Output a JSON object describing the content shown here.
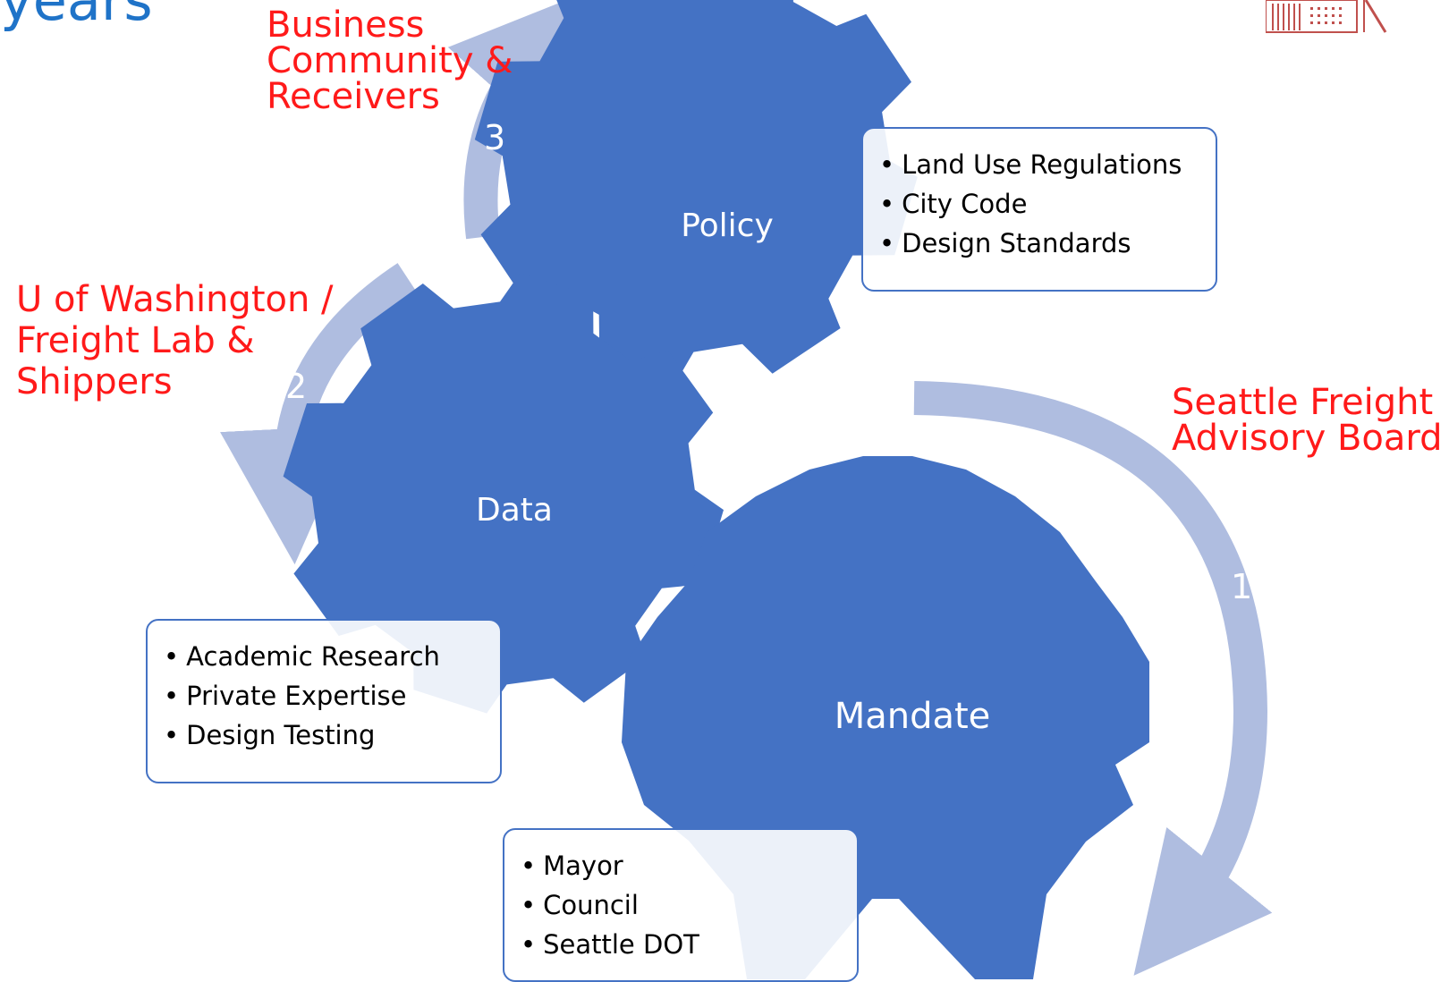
{
  "title_fragment": "years",
  "gears": [
    {
      "id": "policy",
      "label": "Policy"
    },
    {
      "id": "data",
      "label": "Data"
    },
    {
      "id": "mandate",
      "label": "Mandate"
    }
  ],
  "stakeholders": [
    {
      "number": "1",
      "lines": [
        "Seattle Freight",
        "Advisory Board"
      ]
    },
    {
      "number": "2",
      "lines": [
        "U of Washington /",
        "Freight Lab &",
        "Shippers"
      ]
    },
    {
      "number": "3",
      "lines": [
        "Business",
        "Community &",
        "Receivers"
      ]
    }
  ],
  "boxes": {
    "policy": [
      "Land Use Regulations",
      "City Code",
      "Design Standards"
    ],
    "data": [
      "Academic Research",
      "Private Expertise",
      "Design Testing"
    ],
    "mandate": [
      "Mayor",
      "Council",
      "Seattle DOT"
    ]
  },
  "colors": {
    "gear": "#4472c4",
    "arrow": "#afbde0",
    "stakeholder_text": "#ff1a1a",
    "title": "#1f73c8",
    "logo": "#c0504d"
  },
  "icons": [
    "logo-icon"
  ]
}
